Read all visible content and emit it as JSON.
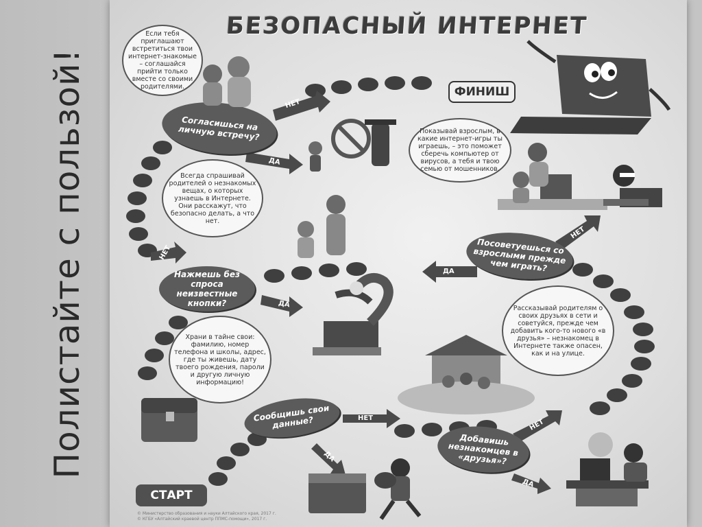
{
  "side_text": "Полистайте с пользой!",
  "title": "БЕЗОПАСНЫЙ ИНТЕРНЕТ",
  "finish_label": "ФИНИШ",
  "start_label": "СТАРТ",
  "questions": {
    "meeting": "Согласишься на личную встречу?",
    "buttons": "Нажмешь без спроса неизвестные кнопки?",
    "advice": "Посоветуешься со взрослыми прежде чем играть?",
    "data": "Сообщишь свои данные?",
    "friends": "Добавишь незнакомцев в «друзья»?"
  },
  "bubbles": {
    "meet_parents": "Если тебя приглашают встретиться твои интернет-знакомые – соглашайся прийти только вместе со своими родителями.",
    "ask_parents": "Всегда спрашивай родителей о незнакомых вещах, о которых узнаешь в Интернете. Они расскажут, что безопасно делать, а что нет.",
    "show_games": "Показывай взрослым, в какие интернет-игры ты играешь, – это поможет сберечь компьютер от вирусов, а тебя и твою семью от мошенников.",
    "keep_secret": "Храни в тайне свои: фамилию, номер телефона и школы, адрес, где ты живешь, дату твоего рождения, пароли и другую личную информацию!",
    "tell_friends": "Рассказывай родителям о своих друзьях в сети и советуйся, прежде чем добавить кого-то нового «в друзья» – незнакомец в Интернете также опасен, как и на улице."
  },
  "arrows": {
    "yes": "ДА",
    "no": "НЕТ"
  },
  "credits": [
    "© Министерство образования и науки Алтайского края, 2017 г.",
    "© КГБУ «Алтайский краевой центр ППМС-помощи», 2017 г."
  ],
  "colors": {
    "path_dot": "#3f3f3f",
    "question_fill": "#5b5b5b",
    "arrow_fill": "#4a4a4a"
  }
}
